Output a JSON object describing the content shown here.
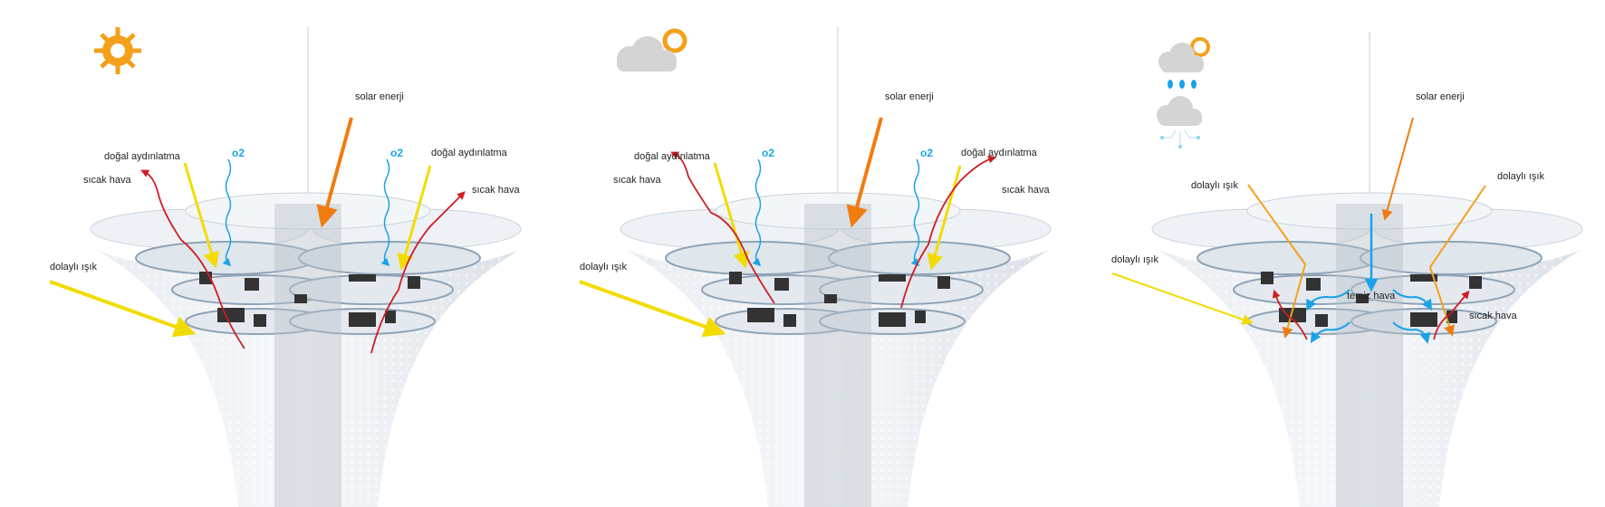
{
  "colors": {
    "sun": "#f5a01a",
    "yellow_light": "#f2dc00",
    "solar": "#f07c10",
    "oxygen": "#1aa3e8",
    "hot_air": "#d01d25",
    "cloud": "#d4d4d4"
  },
  "panels": [
    {
      "weather_icon": "sun-icon",
      "labels": {
        "solar": "solar enerji",
        "natural_light_left": "doğal aydınlatma",
        "natural_light_right": "doğal aydınlatma",
        "o2_left": "o2",
        "o2_right": "o2",
        "hot_air_left": "sıcak hava",
        "hot_air_right": "sıcak hava",
        "indirect_light": "dolaylı ışık"
      }
    },
    {
      "weather_icon": "partly-cloudy-icon",
      "labels": {
        "solar": "solar enerji",
        "natural_light_left": "doğal aydınlatma",
        "natural_light_right": "doğal aydınlatma",
        "o2_left": "o2",
        "o2_right": "o2",
        "hot_air_left": "sıcak hava",
        "hot_air_right": "sıcak hava",
        "indirect_light": "dolaylı ışık"
      }
    },
    {
      "weather_icon": "rain-and-wind-icons",
      "labels": {
        "solar": "solar enerji",
        "indirect_light_left": "dolaylı ışık",
        "indirect_light_right": "dolaylı ışık",
        "indirect_light_bottom": "dolaylı ışık",
        "fresh_air": "temiz hava",
        "hot_air": "sıcak hava"
      }
    }
  ]
}
